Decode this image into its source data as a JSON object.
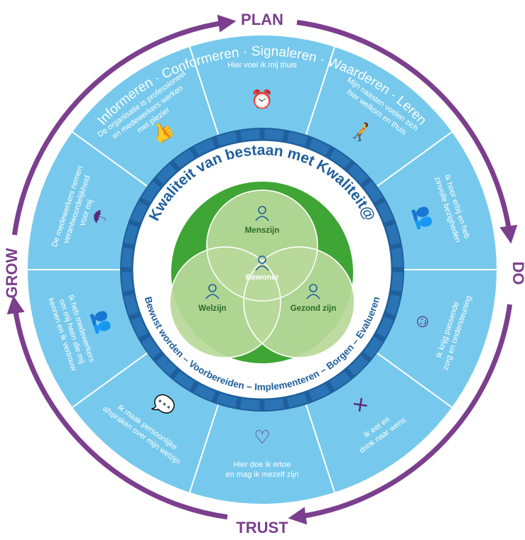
{
  "cycle": {
    "top": "PLAN",
    "right": "DO",
    "bottom": "TRUST",
    "left": "GROW",
    "color": "#7b3f8e"
  },
  "outer_arc_text": "Informeren · Conformeren · Signaleren · Waarderen · Leren",
  "segments": [
    {
      "lines": [
        "Hier voel ik mij thuis"
      ],
      "icon": "cuckoo-clock-icon"
    },
    {
      "lines": [
        "Mijn naasten voelen zich",
        "hier welkom en thuis"
      ],
      "icon": "visitor-with-bag-icon"
    },
    {
      "lines": [
        "Ik hoor erbij en heb",
        "zinvolle bezigheden"
      ],
      "icon": "group-of-people-icon"
    },
    {
      "lines": [
        "Ik krijg passende",
        "zorg en ondersteuning"
      ],
      "icon": "caregiver-icon"
    },
    {
      "lines": [
        "Ik eet en",
        "drink naar wens"
      ],
      "icon": "dining-table-icon"
    },
    {
      "lines": [
        "Hier doe ik ertoe",
        "en mag ik mezelf zijn"
      ],
      "icon": "person-with-heart-icon"
    },
    {
      "lines": [
        "Ik maak persoonlijke",
        "afspraken over mijn welzijn"
      ],
      "icon": "conversation-icon"
    },
    {
      "lines": [
        "Ik heb medewerkers",
        "om mij heen die mij",
        "kennen en ik vertrouw"
      ],
      "icon": "team-icon"
    },
    {
      "lines": [
        "De medewerkers nemen",
        "verantwoordelijkheid",
        "voor mij"
      ],
      "icon": "umbrella-person-icon"
    },
    {
      "lines": [
        "De organisatie is professioneel",
        "en medewerkers werken",
        "met plezier"
      ],
      "icon": "thumbs-up-icon"
    }
  ],
  "inner_ring_top": "Kwaliteit van bestaan met Kwaliteit@",
  "inner_ring_bottom": "Bewust worden – Voorbereiden – Implementeren – Borgen – Evalueren",
  "venn": {
    "top": "Menszijn",
    "left": "Welzijn",
    "right": "Gezond zijn",
    "center": "Bewoner"
  },
  "colors": {
    "light_blue": "#76c9ec",
    "segment_line": "#ffffff",
    "dark_blue": "#1f5f9c",
    "dark_blue_tile": "#2a73b5",
    "ring_white": "#ffffff",
    "green_dark": "#3fa535",
    "green_light": "#b8d99a",
    "green_mid": "#9ccc82",
    "text_dark": "#1b3a6b"
  }
}
